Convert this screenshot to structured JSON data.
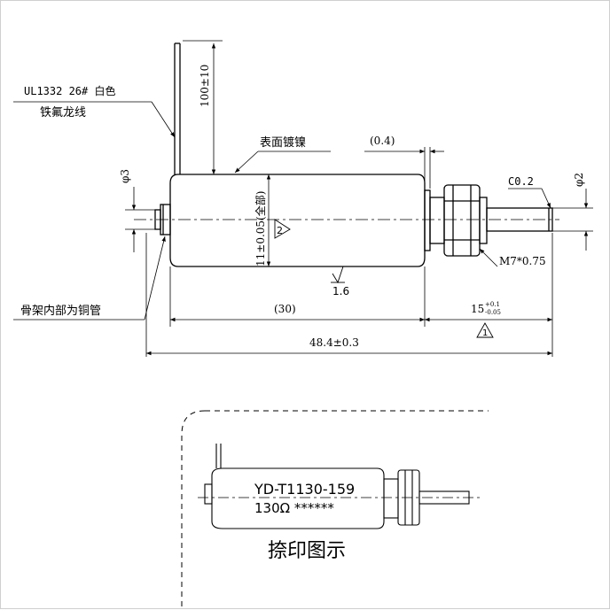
{
  "wire_label_line1": "UL1332 26# 白色",
  "wire_label_line2": "铁氟龙线",
  "wire_length": "100±10",
  "surface_note": "表面镀镍",
  "gap_note": "(0.4)",
  "dia3": "φ3",
  "dia2": "φ2",
  "chamfer": "C0.2",
  "body_dia": "11±0.05(全部)",
  "flag2": "2",
  "flag1": "1",
  "roughness": "1.6",
  "thread": "M7*0.75",
  "bobbin_note": "骨架内部为铜管",
  "body_len": "(30)",
  "plunger_len_main": "15",
  "plunger_len_tol_up": "+0.1",
  "plunger_len_tol_dn": "-0.05",
  "total_len": "48.4±0.3",
  "print_model": "YD-T1130-159",
  "print_ohm": "130Ω ******",
  "print_caption": "捺印图示"
}
